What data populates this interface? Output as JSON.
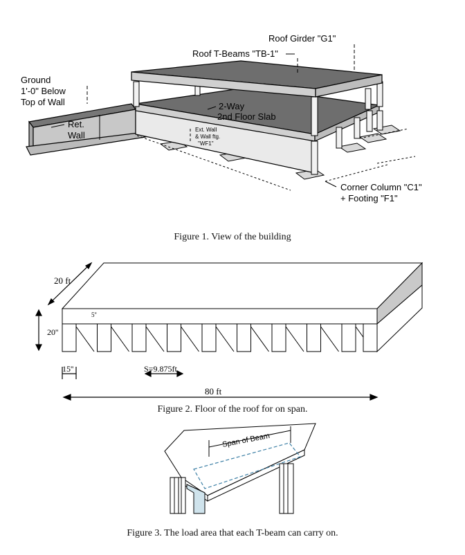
{
  "figure1": {
    "caption": "Figure 1. View of the building",
    "labels": {
      "roof_girder": "Roof Girder \"G1\"",
      "roof_tbeams": "Roof T-Beams \"TB-1\"",
      "ground_line1": "Ground",
      "ground_line2": "1'-0\" Below",
      "ground_line3": "Top of Wall",
      "ret_wall_line1": "Ret.",
      "ret_wall_line2": "Wall",
      "slab_line1": "2-Way",
      "slab_line2": "2nd Floor Slab",
      "ext_wall_line1": "Ext. Wall",
      "ext_wall_line2": "& Wall ftg.",
      "ext_wall_line3": "\"WF1\"",
      "corner_line1": "Corner Column \"C1\"",
      "corner_line2": "+ Footing \"F1\""
    }
  },
  "figure2": {
    "caption": "Figure 2. Floor of the roof for on span.",
    "labels": {
      "depth": "20 ft",
      "height": "20''",
      "slab_thickness": "5''",
      "web_width": "15''",
      "spacing": "S=9.875ft",
      "length": "80 ft"
    }
  },
  "figure3": {
    "caption": "Figure 3. The load area that each T-beam can carry on.",
    "labels": {
      "span": "Span of Beam"
    }
  }
}
